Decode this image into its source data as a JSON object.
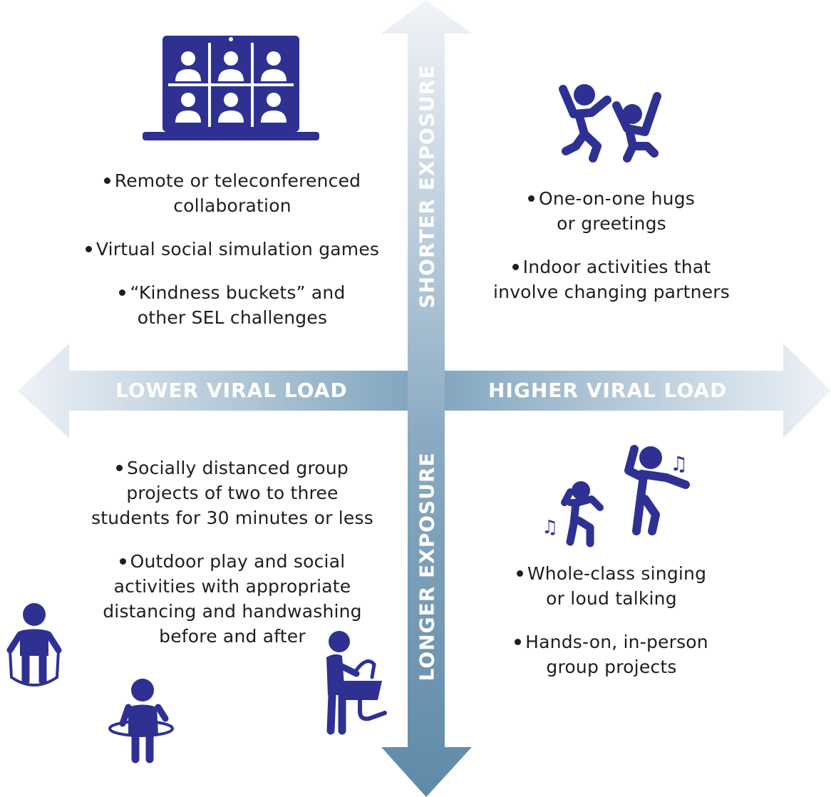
{
  "axes": {
    "top": "SHORTER EXPOSURE",
    "bottom": "LONGER EXPOSURE",
    "left": "LOWER VIRAL LOAD",
    "right": "HIGHER VIRAL LOAD"
  },
  "quadrants": {
    "top_left": [
      "Remote or teleconferenced collaboration",
      "Virtual social simulation games",
      "“Kindness buckets” and other SEL challenges"
    ],
    "top_right": [
      "One-on-one hugs or greetings",
      "Indoor activities that involve changing partners"
    ],
    "bottom_left": [
      "Socially distanced group projects of two to three students for 30 minutes or less",
      "Outdoor play and social activities with appropriate distancing and handwashing before and after"
    ],
    "bottom_right": [
      "Whole-class singing or loud talking",
      "Hands-on, in-person group projects"
    ]
  },
  "quadrant_lines": {
    "tl1a": "Remote or teleconferenced",
    "tl1b": "collaboration",
    "tl2a": "Virtual social simulation games",
    "tl3a": "“Kindness buckets” and",
    "tl3b": "other SEL challenges",
    "tr1a": "One-on-one hugs",
    "tr1b": "or greetings",
    "tr2a": "Indoor activities that",
    "tr2b": "involve changing partners",
    "bl1a": "Socially distanced group",
    "bl1b": "projects of two to three",
    "bl1c": "students for 30 minutes or less",
    "bl2a": "Outdoor play and social",
    "bl2b": "activities with appropriate",
    "bl2c": "distancing and handwashing",
    "bl2d": "before and after",
    "br1a": "Whole-class singing",
    "br1b": "or loud talking",
    "br2a": "Hands-on, in-person",
    "br2b": "group projects"
  },
  "colors": {
    "icon": "#2e3192",
    "arrow_light": "#e6ecf2",
    "arrow_dark": "#6f97b3"
  },
  "icons": [
    "laptop-video-call-icon",
    "jumping-kids-icon",
    "dancing-kids-icon",
    "jump-rope-icon",
    "hula-hoop-icon",
    "handwashing-icon"
  ]
}
